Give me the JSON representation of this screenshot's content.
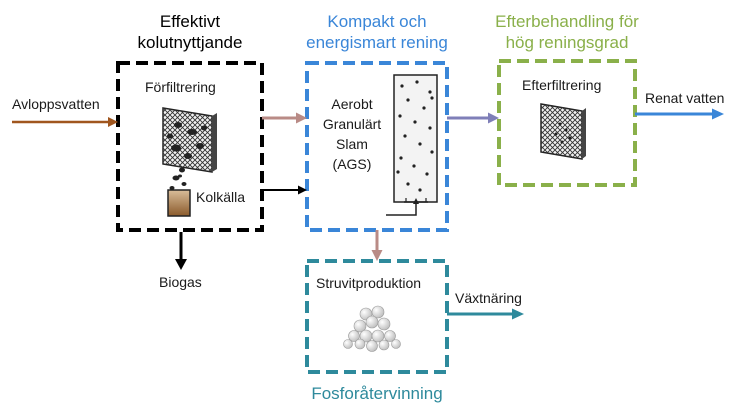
{
  "stages": {
    "efficient": {
      "title_line1": "Effektivt",
      "title_line2": "kolutnyttjande",
      "color": "#000000"
    },
    "compact": {
      "title_line1": "Kompakt och",
      "title_line2": "energismart rening",
      "color": "#3a86d8"
    },
    "post": {
      "title_line1": "Efterbehandling för",
      "title_line2": "hög reningsgrad",
      "color": "#8ab04a"
    },
    "phosphorus": {
      "title": "Fosforåtervinning",
      "color": "#2e8a9c"
    }
  },
  "labels": {
    "influent": "Avloppsvatten",
    "prefilter": "Förfiltrering",
    "carbon_source": "Kolkälla",
    "biogas": "Biogas",
    "ags_line1": "Aerobt",
    "ags_line2": "Granulärt",
    "ags_line3": "Slam",
    "ags_line4": "(AGS)",
    "post_filter": "Efterfiltrering",
    "effluent": "Renat vatten",
    "struvite": "Struvitproduktion",
    "nutrient": "Växtnäring"
  },
  "colors": {
    "influent_arrow": "#a0561e",
    "mauve_arrow": "#b98b86",
    "purple_arrow": "#7f7fb8",
    "blue_arrow": "#3a86d8",
    "teal_arrow": "#2e8a9c"
  },
  "icons": [
    "filter-mesh-icon",
    "sludge-column-icon",
    "struvite-crystals-icon"
  ]
}
